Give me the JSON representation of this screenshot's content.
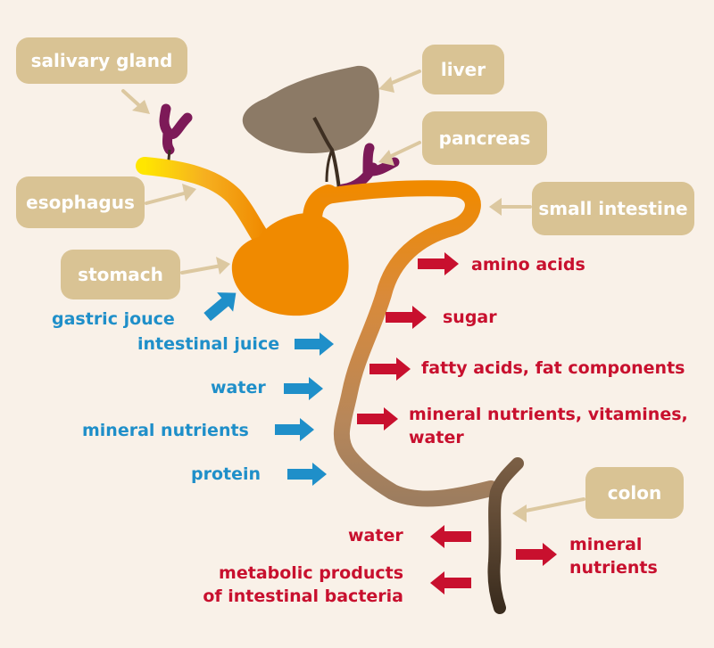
{
  "organs": {
    "salivary_gland": "salivary gland",
    "liver": "liver",
    "pancreas": "pancreas",
    "esophagus": "esophagus",
    "small_intestine": "small intestine",
    "stomach": "stomach",
    "colon": "colon"
  },
  "inputs": {
    "gastric_juice": "gastric jouce",
    "intestinal_juice": "intestinal juice",
    "water": "water",
    "mineral_nutrients": "mineral nutrients",
    "protein": "protein"
  },
  "absorbed": {
    "amino_acids": "amino acids",
    "sugar": "sugar",
    "fatty_acids": "fatty acids,  fat components",
    "minerals_line1": "mineral nutrients, vitamines,",
    "minerals_line2": "water"
  },
  "colon_outputs": {
    "water": "water",
    "metabolic_line1": "metabolic products",
    "metabolic_line2": "of  intestinal  bacteria",
    "mineral_line1": "mineral",
    "mineral_line2": "nutrients"
  },
  "colors": {
    "background": "#f9f1e8",
    "label_box": "#d9c394",
    "pointer_arrow": "#dcc8a0",
    "input_arrow": "#1f8fc9",
    "output_arrow": "#c8102e",
    "stomach": "#f08a00",
    "liver": "#8c7a66",
    "gland": "#7d1a58",
    "colon": "#4a3a28"
  }
}
